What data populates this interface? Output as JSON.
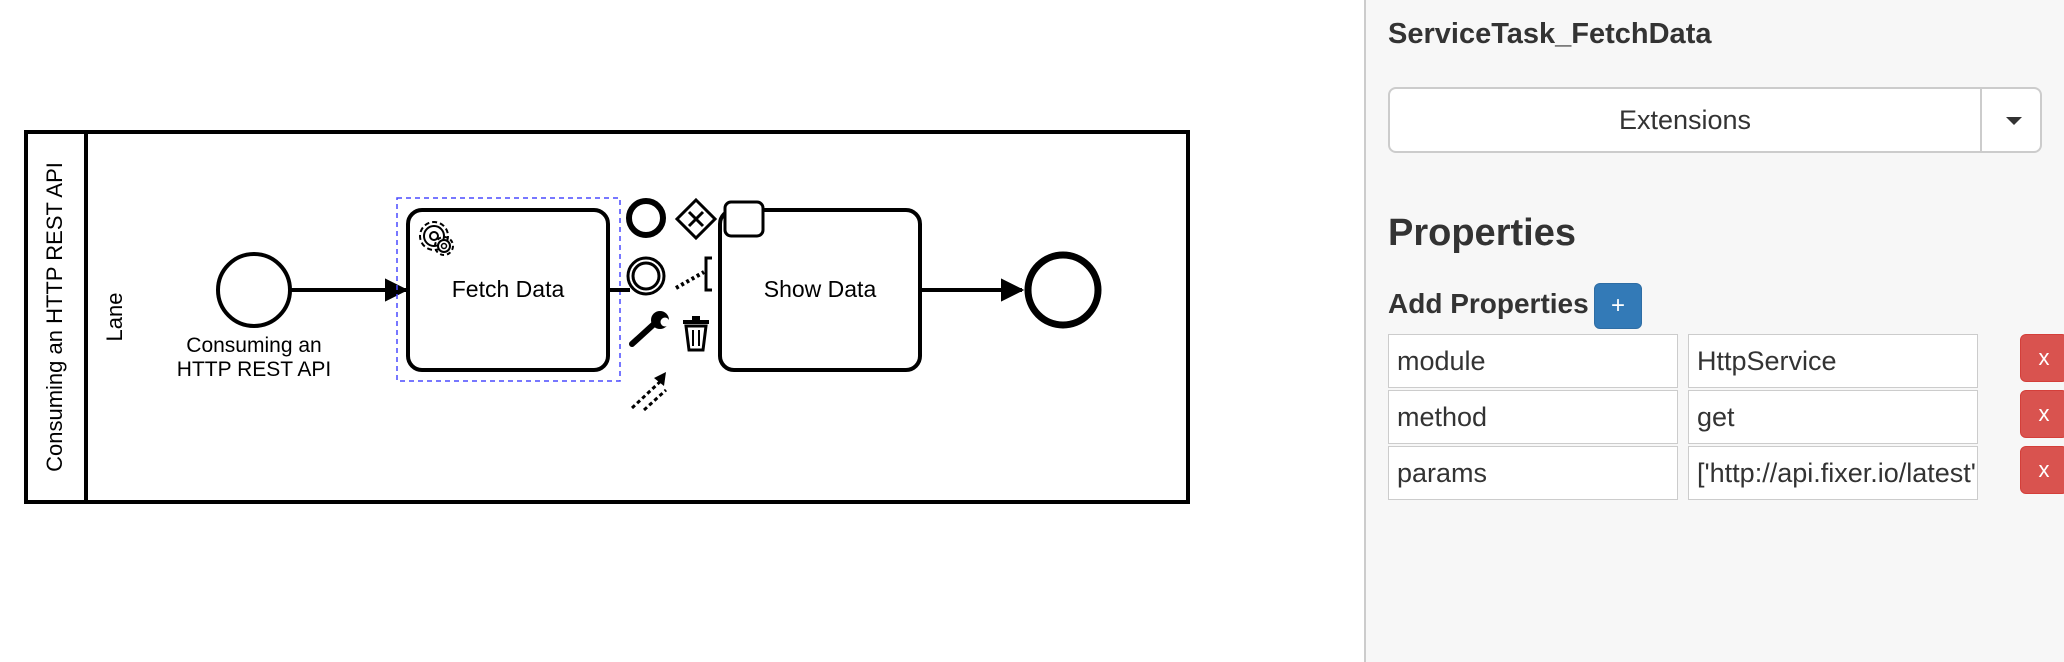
{
  "diagram": {
    "pool_label": "Consuming an HTTP REST API",
    "lane_label": "Lane",
    "start_event_label_line1": "Consuming an",
    "start_event_label_line2": "HTTP REST API",
    "task_fetch_label": "Fetch Data",
    "task_show_label": "Show Data"
  },
  "panel": {
    "element_id": "ServiceTask_FetchData",
    "tab_selected": "Extensions",
    "section_title": "Properties",
    "add_properties_label": "Add Properties",
    "add_button_label": "+",
    "properties": [
      {
        "key": "module",
        "value": "HttpService",
        "delete_label": "x"
      },
      {
        "key": "method",
        "value": "get",
        "delete_label": "x"
      },
      {
        "key": "params",
        "value": "['http://api.fixer.io/latest'",
        "delete_label": "x"
      }
    ]
  },
  "icons": [
    "gear-icon",
    "end-event-icon",
    "gateway-icon",
    "task-icon",
    "intermediate-event-icon",
    "connect-icon",
    "wrench-icon",
    "trash-icon",
    "connection-arrow-icon",
    "caret-down-icon"
  ]
}
